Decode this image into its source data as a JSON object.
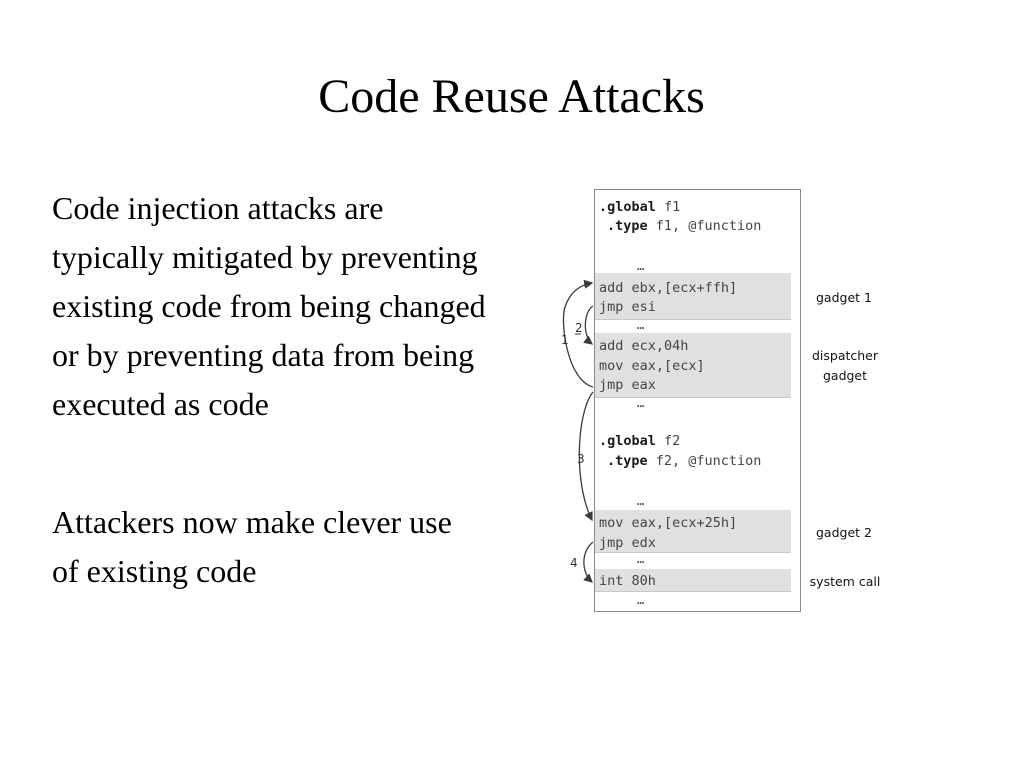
{
  "slide": {
    "title": "Code Reuse Attacks",
    "paragraphs": [
      "Code injection attacks are typically mitigated by preventing existing code from being changed or by preventing data from being executed as code",
      "Attackers now make clever use of existing code"
    ]
  },
  "diagram": {
    "code": {
      "global_f1_kw": ".global",
      "global_f1_name": " f1",
      "type_f1_kw": ".type",
      "type_f1_rest": " f1, @function",
      "ellipsis": "…",
      "g1_line1": "add ebx,[ecx+ffh]",
      "g1_line2": "jmp esi",
      "d_line1": "add ecx,04h",
      "d_line2": "mov eax,[ecx]",
      "d_line3": "jmp eax",
      "global_f2_kw": ".global",
      "global_f2_name": " f2",
      "type_f2_kw": ".type",
      "type_f2_rest": " f2, @function",
      "g2_line1": "mov eax,[ecx+25h]",
      "g2_line2": "jmp edx",
      "sys_line1": "int 80h"
    },
    "labels": {
      "gadget1": "gadget 1",
      "dispatcher_line1": "dispatcher",
      "dispatcher_line2": "gadget",
      "gadget2": "gadget 2",
      "system_call": "system call"
    },
    "arrow_numbers": [
      "1",
      "2",
      "3",
      "4"
    ]
  },
  "colors": {
    "background": "#ffffff",
    "text": "#000000",
    "code_band": "#e0e0e0",
    "code_text": "#444444",
    "box_border": "#8a8a8a"
  }
}
